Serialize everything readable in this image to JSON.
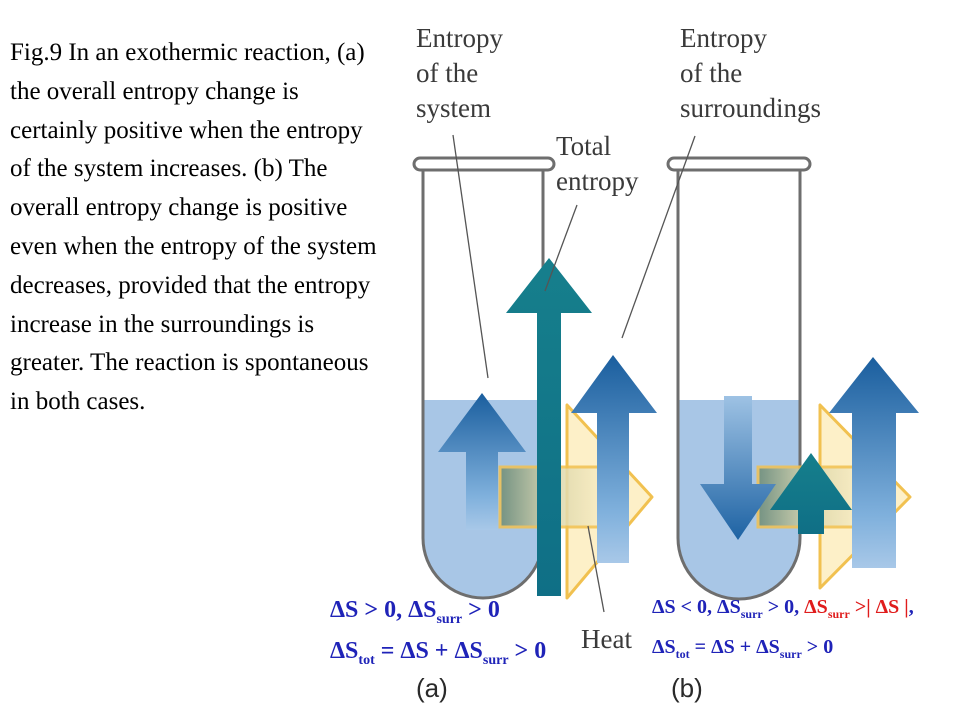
{
  "caption": "Fig.9 In an exothermic reaction, (a) the overall entropy change is certainly positive when the entropy of the system increases. (b) The overall entropy change is positive even when the entropy of the system decreases, provided that the entropy increase in the surroundings is greater. The reaction is spontaneous in both cases.",
  "labels": {
    "system_line1": "Entropy",
    "system_line2": "of the",
    "system_line3": "system",
    "total_line1": "Total",
    "total_line2": "entropy",
    "surr_line1": "Entropy",
    "surr_line2": "of the",
    "surr_line3": "surroundings",
    "heat": "Heat"
  },
  "cases": {
    "a": "(a)",
    "b": "(b)"
  },
  "equations": {
    "a_line1": "ΔS > 0, ΔS",
    "a_line1_sub": "surr",
    "a_line1_end": " > 0",
    "a_line2": "ΔS",
    "a_line2_sub": "tot",
    "a_line2_mid": " = ΔS + ΔS",
    "a_line2_sub2": "surr",
    "a_line2_end": " > 0",
    "b_line1_a": "ΔS < 0, ΔS",
    "b_line1_sub": "surr",
    "b_line1_b": " > 0, ",
    "b_line1_red": "ΔS",
    "b_line1_red_sub": "surr",
    "b_line1_red_end": " >| ΔS |",
    "b_line1_tail": ",",
    "b_line2": "ΔS",
    "b_line2_sub": "tot",
    "b_line2_mid": " = ΔS + ΔS",
    "b_line2_sub2": "surr",
    "b_line2_end": " > 0"
  },
  "colors": {
    "liquid": "#a8c6e6",
    "arrow_blue": "#1c5f9e",
    "arrow_teal": "#16808d",
    "heat_fill": "#fdf0c8",
    "heat_outline": "#f1c150",
    "equation_blue": "#1f23b8",
    "equation_red": "#e01c1c"
  }
}
